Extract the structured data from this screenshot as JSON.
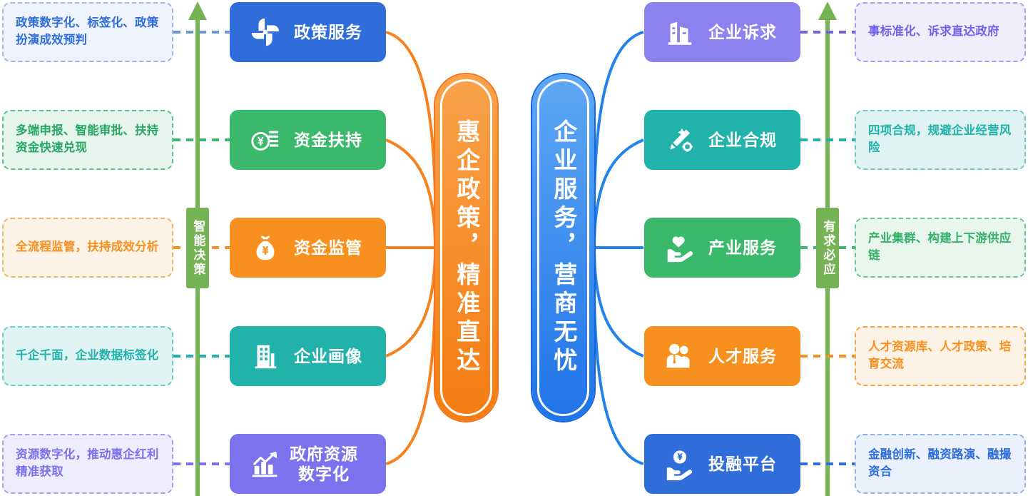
{
  "diagram": {
    "center_pills": [
      {
        "id": "policy-pill",
        "text": "惠企政策，精准直达",
        "color": "#f57c12"
      },
      {
        "id": "service-pill",
        "text": "企业服务，营商无忧",
        "color": "#1f74e8"
      }
    ],
    "axis_labels": [
      {
        "id": "left-axis",
        "text": "智能决策",
        "color": "#76b355"
      },
      {
        "id": "right-axis",
        "text": "有求必应",
        "color": "#76b355"
      }
    ],
    "left_rows": [
      {
        "card_label": "政策服务",
        "card_color": "#2f6ddb",
        "icon": "pinwheel-icon",
        "note": "政策数字化、标签化、政策扮演成效预判",
        "note_bg": "#eef3fd",
        "note_border": "#9fb6e8",
        "note_text_color": "#2f6ddb",
        "connector_color": "#6d95e0"
      },
      {
        "card_label": "资金扶持",
        "card_color": "#3ab96b",
        "icon": "coins-yuan-icon",
        "note": "多端申报、智能审批、扶持资金快速兑现",
        "note_bg": "#e6f6ef",
        "note_border": "#5fc08c",
        "note_text_color": "#28a862",
        "connector_color": "#3ab96b"
      },
      {
        "card_label": "资金监管",
        "card_color": "#f7901e",
        "icon": "money-bag-icon",
        "note": "全流程监管，扶持成效分析",
        "note_bg": "#fdf2e6",
        "note_border": "#f6b263",
        "note_text_color": "#f7901e",
        "connector_color": "#f7901e"
      },
      {
        "card_label": "企业画像",
        "card_color": "#21b2ac",
        "icon": "building-icon",
        "note": "千企千面，企业数据标签化",
        "note_bg": "#e0f3f3",
        "note_border": "#6cc9c6",
        "note_text_color": "#21b2ac",
        "connector_color": "#21b2ac"
      },
      {
        "card_label": "政府资源\n数字化",
        "card_color": "#7b72ee",
        "icon": "growth-chart-icon",
        "note": "资源数字化，推动惠企红利精准获取",
        "note_bg": "#eeecfd",
        "note_border": "#a49df2",
        "note_text_color": "#7b72ee",
        "connector_color": "#7b72ee"
      }
    ],
    "right_rows": [
      {
        "card_label": "企业诉求",
        "card_color": "#8b82f0",
        "icon": "buildings-icon",
        "note": "事标准化、诉求直达政府",
        "note_bg": "#f0eefd",
        "note_border": "#a49df2",
        "note_text_color": "#6f63e8",
        "connector_color": "#6f63e8"
      },
      {
        "card_label": "企业合规",
        "card_color": "#21b2ac",
        "icon": "wand-gear-icon",
        "note": "四项合规，规避企业经营风险",
        "note_bg": "#e0f3f3",
        "note_border": "#6cc9c6",
        "note_text_color": "#21b2ac",
        "connector_color": "#21b2ac"
      },
      {
        "card_label": "产业服务",
        "card_color": "#3ab96b",
        "icon": "hand-heart-icon",
        "note": "产业集群、构建上下游供应链",
        "note_bg": "#e8f6ee",
        "note_border": "#6cc492",
        "note_text_color": "#35b169",
        "connector_color": "#3ab96b"
      },
      {
        "card_label": "人才服务",
        "card_color": "#f7901e",
        "icon": "people-icon",
        "note": "人才资源库、人才政策、培育交流",
        "note_bg": "#fdf2e6",
        "note_border": "#f5a53f",
        "note_text_color": "#f7901e",
        "connector_color": "#f7901e"
      },
      {
        "card_label": "投融平台",
        "card_color": "#2f6ddb",
        "icon": "hand-coin-icon",
        "note": "金融创新、融资路演、融撮资合",
        "note_bg": "#eaf1fc",
        "note_border": "#8fb0e8",
        "note_text_color": "#2f6ddb",
        "connector_color": "#2f6ddb"
      }
    ]
  }
}
